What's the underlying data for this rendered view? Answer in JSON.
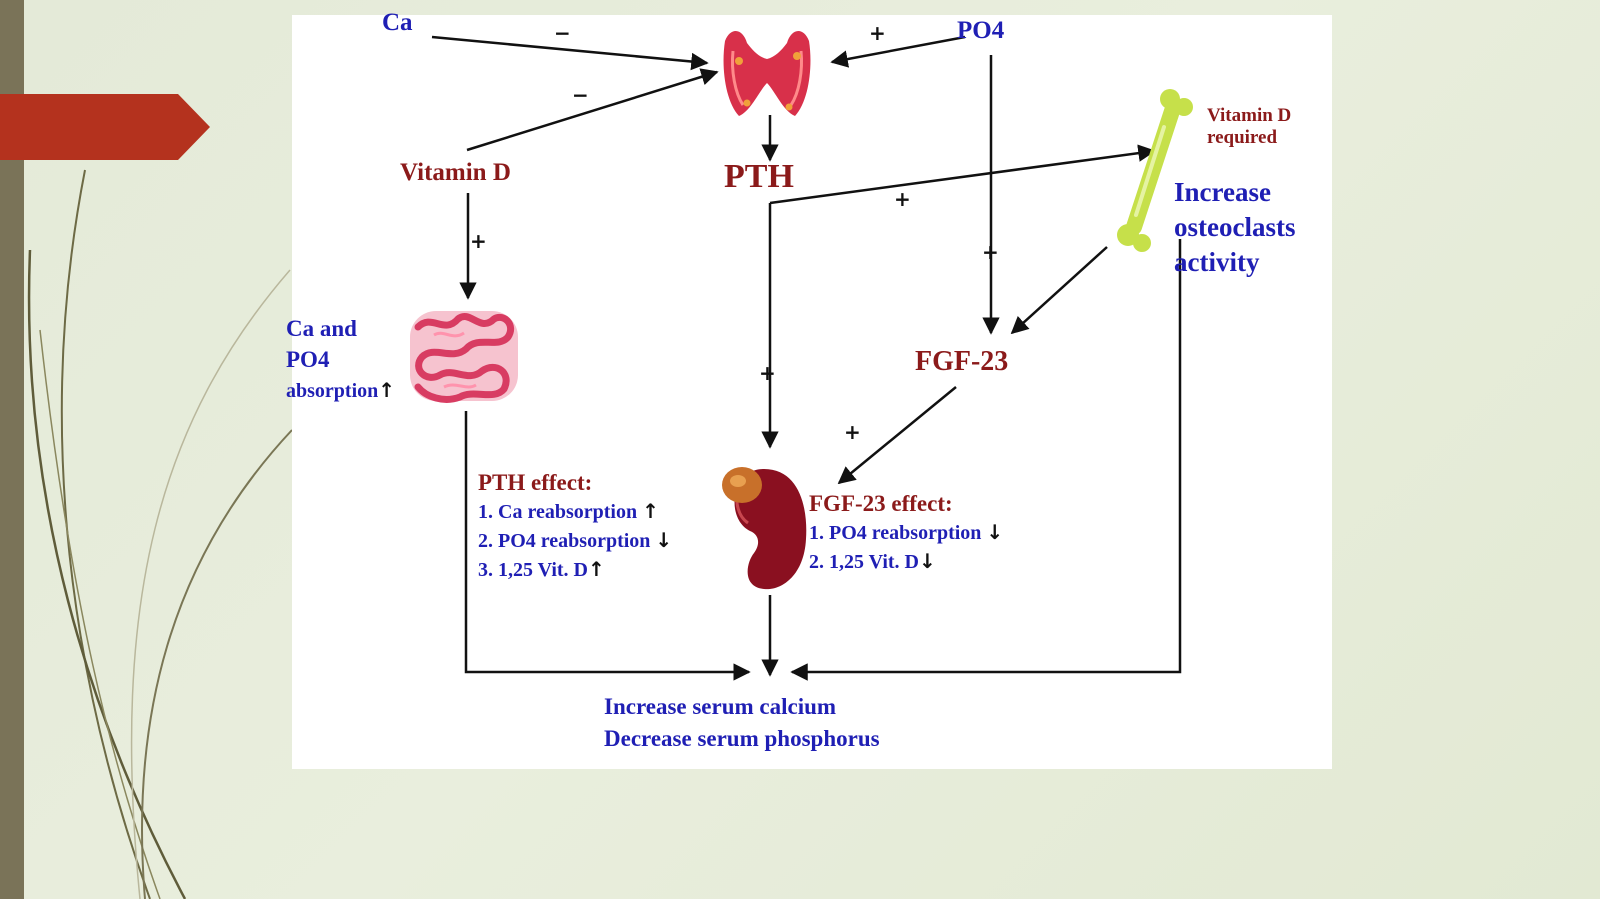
{
  "nodes": {
    "ca": "Ca",
    "po4": "PO4",
    "vitamin_d": "Vitamin D",
    "pth": "PTH",
    "fgf23": "FGF-23",
    "vitd_required_line1": "Vitamin D",
    "vitd_required_line2": "required",
    "osteoclast_line1": "Increase",
    "osteoclast_line2": "osteoclasts",
    "osteoclast_line3": "activity",
    "absorption_line1": "Ca and",
    "absorption_line2": "PO4",
    "absorption_line3": "absorption"
  },
  "pth_effect": {
    "title": "PTH effect:",
    "items": [
      "1. Ca reabsorption",
      "2. PO4 reabsorption",
      "3. 1,25 Vit. D"
    ]
  },
  "fgf23_effect": {
    "title": "FGF-23 effect:",
    "items": [
      "1. PO4 reabsorption",
      "2. 1,25 Vit. D"
    ]
  },
  "outcome": {
    "line1": "Increase serum calcium",
    "line2": "Decrease serum phosphorus"
  },
  "signs": {
    "ca_to_thyroid": "−",
    "vitd_to_thyroid": "−",
    "po4_to_thyroid": "+",
    "vitd_to_intestine": "+",
    "pth_to_bone": "+",
    "po4_to_fgf23": "+",
    "pth_to_kidney": "+",
    "fgf23_to_kidney": "+"
  },
  "icons": [
    "thyroid-icon",
    "intestine-icon",
    "bone-icon",
    "kidney-icon"
  ],
  "colors": {
    "node_text_blue": "#1f1fb4",
    "node_text_maroon": "#8b1a1a",
    "accent_flag": "#b4321e",
    "thyroid": "#d8304a",
    "bone": "#c6e04a",
    "kidney": "#8a1020"
  }
}
